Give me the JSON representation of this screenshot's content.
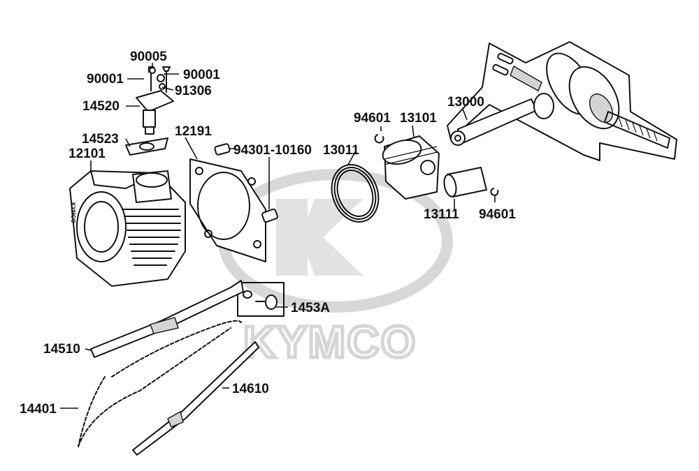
{
  "watermark": {
    "logo_text": "KYMCO",
    "cylinder_text": "KYMCO"
  },
  "labels": {
    "p90005": "90005",
    "p90001_left": "90001",
    "p90001_right": "90001",
    "p91306": "91306",
    "p14520": "14520",
    "p14523": "14523",
    "p12191": "12191",
    "p12101": "12101",
    "p94301": "94301-10160",
    "p13011": "13011",
    "p94601_top": "94601",
    "p13101": "13101",
    "p13000": "13000",
    "p13111": "13111",
    "p94601_bottom": "94601",
    "p1453A": "1453A",
    "p14510": "14510",
    "p14610": "14610",
    "p14401": "14401"
  }
}
